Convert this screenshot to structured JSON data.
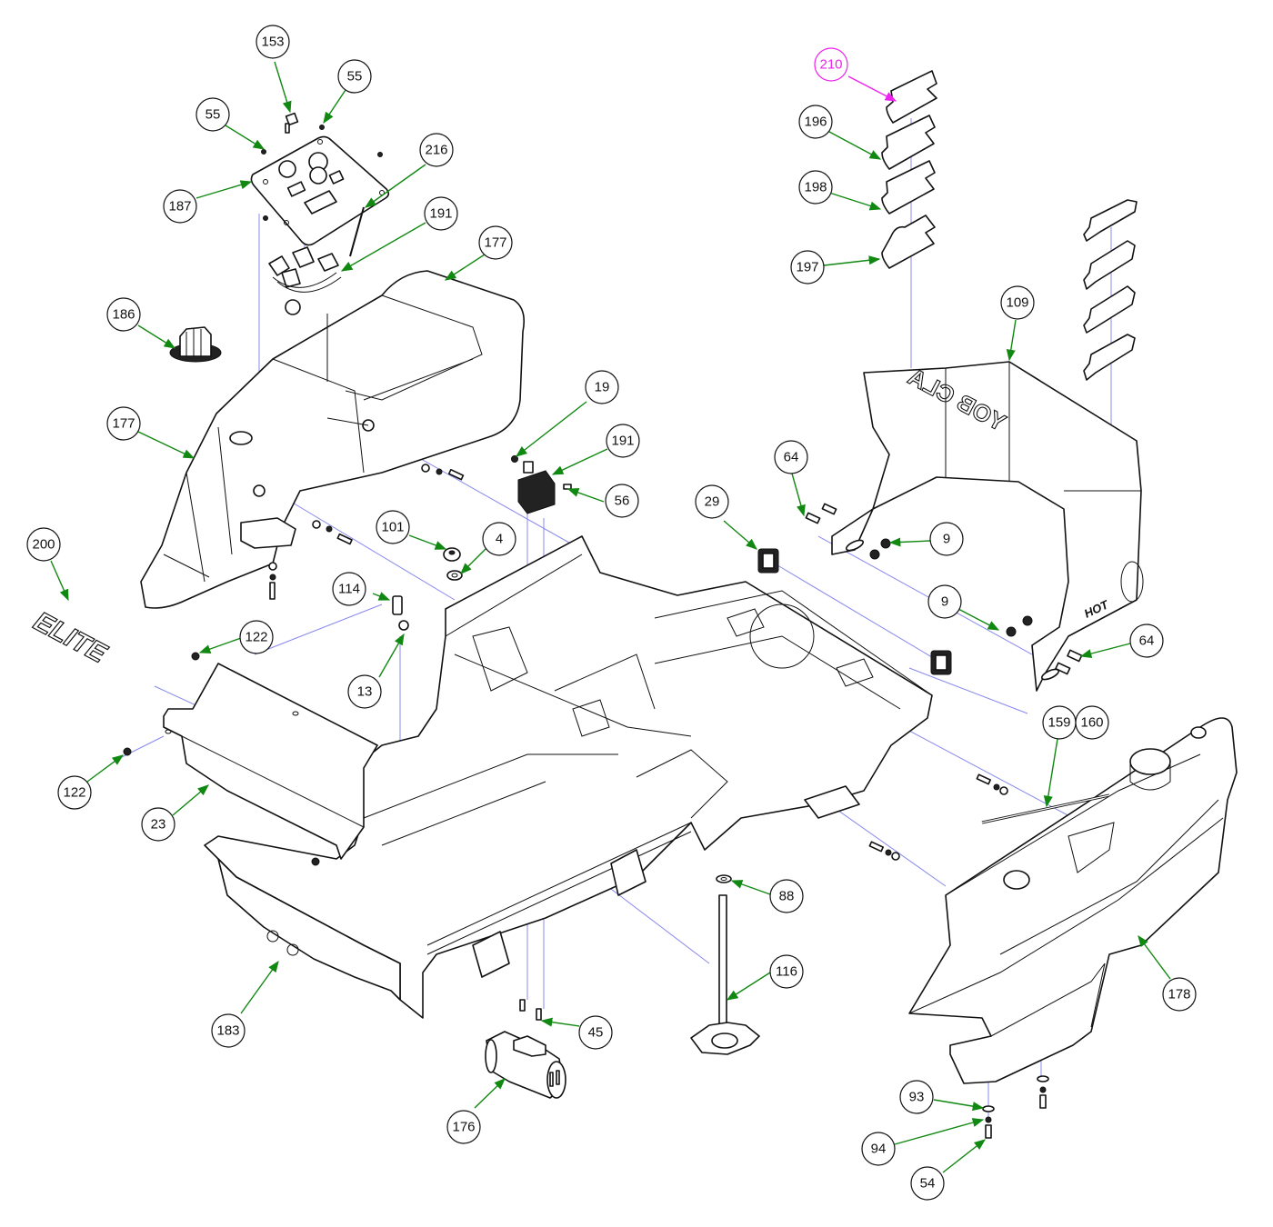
{
  "diagram": {
    "title": "Frame and body exploded parts view",
    "colors": {
      "callout_default": "#111111",
      "callout_highlight": "#ee22ee",
      "leader_default": "#118811",
      "centerline": "#8888ee"
    },
    "decals": {
      "elite_text": "ELITE",
      "panel_text": "YOB CLA",
      "hot_text": "HOT"
    },
    "callouts": [
      {
        "id": "c153",
        "label": "153",
        "highlight": false
      },
      {
        "id": "c55a",
        "label": "55",
        "highlight": false
      },
      {
        "id": "c55b",
        "label": "55",
        "highlight": false
      },
      {
        "id": "c187",
        "label": "187",
        "highlight": false
      },
      {
        "id": "c216",
        "label": "216",
        "highlight": false
      },
      {
        "id": "c191a",
        "label": "191",
        "highlight": false
      },
      {
        "id": "c177a",
        "label": "177",
        "highlight": false
      },
      {
        "id": "c186",
        "label": "186",
        "highlight": false
      },
      {
        "id": "c177b",
        "label": "177",
        "highlight": false
      },
      {
        "id": "c200",
        "label": "200",
        "highlight": false
      },
      {
        "id": "c210",
        "label": "210",
        "highlight": true
      },
      {
        "id": "c196",
        "label": "196",
        "highlight": false
      },
      {
        "id": "c198",
        "label": "198",
        "highlight": false
      },
      {
        "id": "c197",
        "label": "197",
        "highlight": false
      },
      {
        "id": "c109",
        "label": "109",
        "highlight": false
      },
      {
        "id": "c19",
        "label": "19",
        "highlight": false
      },
      {
        "id": "c191b",
        "label": "191",
        "highlight": false
      },
      {
        "id": "c56",
        "label": "56",
        "highlight": false
      },
      {
        "id": "c101",
        "label": "101",
        "highlight": false
      },
      {
        "id": "c4",
        "label": "4",
        "highlight": false
      },
      {
        "id": "c29",
        "label": "29",
        "highlight": false
      },
      {
        "id": "c64a",
        "label": "64",
        "highlight": false
      },
      {
        "id": "c9a",
        "label": "9",
        "highlight": false
      },
      {
        "id": "c9b",
        "label": "9",
        "highlight": false
      },
      {
        "id": "c64b",
        "label": "64",
        "highlight": false
      },
      {
        "id": "c114",
        "label": "114",
        "highlight": false
      },
      {
        "id": "c13",
        "label": "13",
        "highlight": false
      },
      {
        "id": "c122a",
        "label": "122",
        "highlight": false
      },
      {
        "id": "c122b",
        "label": "122",
        "highlight": false
      },
      {
        "id": "c23",
        "label": "23",
        "highlight": false
      },
      {
        "id": "c159",
        "label": "159",
        "highlight": false
      },
      {
        "id": "c160",
        "label": "160",
        "highlight": false
      },
      {
        "id": "c88",
        "label": "88",
        "highlight": false
      },
      {
        "id": "c116",
        "label": "116",
        "highlight": false
      },
      {
        "id": "c178",
        "label": "178",
        "highlight": false
      },
      {
        "id": "c183",
        "label": "183",
        "highlight": false
      },
      {
        "id": "c45",
        "label": "45",
        "highlight": false
      },
      {
        "id": "c176",
        "label": "176",
        "highlight": false
      },
      {
        "id": "c93",
        "label": "93",
        "highlight": false
      },
      {
        "id": "c94",
        "label": "94",
        "highlight": false
      },
      {
        "id": "c54",
        "label": "54",
        "highlight": false
      }
    ]
  }
}
